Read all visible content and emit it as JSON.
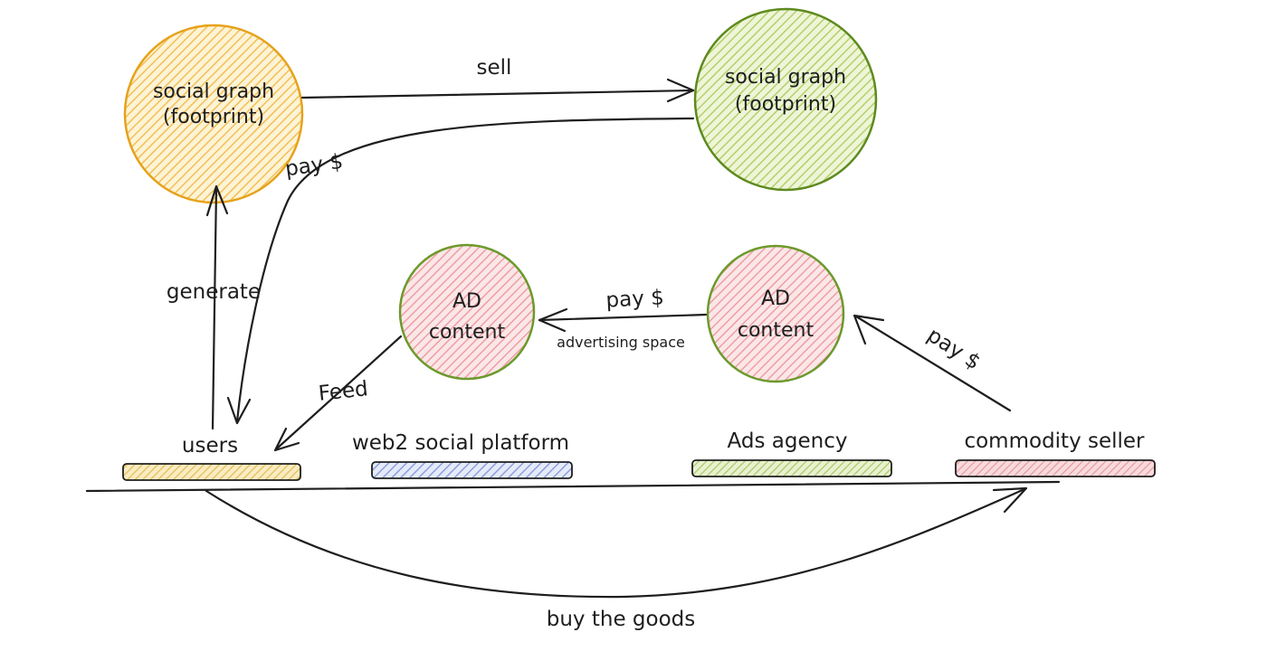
{
  "colors": {
    "orange_fill": "#f8d27a",
    "orange_stroke": "#e6a21b",
    "green_fill": "#cfe39a",
    "green_stroke": "#5e8a1e",
    "red_fill": "#f3b3b6",
    "red_stroke": "#6c9a2b",
    "blue_fill": "#a9b8e8",
    "ink": "#1e1e1e"
  },
  "nodes": {
    "graph_left": {
      "line1": "social graph",
      "line2": "(footprint)"
    },
    "graph_right": {
      "line1": "social graph",
      "line2": "(footprint)"
    },
    "ad_left": {
      "line1": "AD",
      "line2": "content"
    },
    "ad_right": {
      "line1": "AD",
      "line2": "content"
    }
  },
  "edges": {
    "sell": "sell",
    "pay_top": "pay $",
    "generate": "generate",
    "pay_middle": "pay $",
    "advertising_space": "advertising space",
    "feed": "Feed",
    "pay_right": "pay $",
    "buy": "buy the goods"
  },
  "actors": {
    "users": "users",
    "platform": "web2 social platform",
    "agency": "Ads agency",
    "seller": "commodity seller"
  }
}
